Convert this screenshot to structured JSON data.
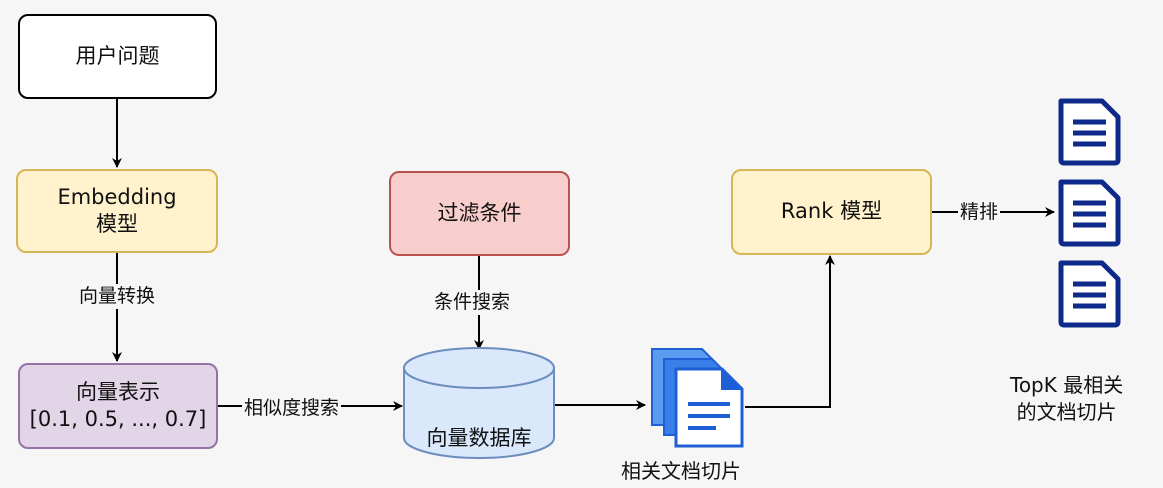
{
  "nodes": {
    "user_question": "用户问题",
    "embedding_line1": "Embedding",
    "embedding_line2": "模型",
    "vector_repr_line1": "向量表示",
    "vector_repr_line2": "[0.1, 0.5, ..., 0.7]",
    "filter_conditions": "过滤条件",
    "vector_db": "向量数据库",
    "rank_model": "Rank 模型"
  },
  "edges": {
    "vector_conversion": "向量转换",
    "similarity_search": "相似度搜索",
    "condition_search": "条件搜索",
    "fine_ranking": "精排"
  },
  "captions": {
    "relevant_chunks": "相关文档切片",
    "topk_line1": "TopK 最相关",
    "topk_line2": "的文档切片"
  },
  "colors": {
    "yellow_fill": "#fff2cc",
    "yellow_stroke": "#d6b656",
    "purple_fill": "#e1d5e7",
    "purple_stroke": "#9673a6",
    "red_fill": "#f8cecc",
    "red_stroke": "#b85450",
    "blue_fill": "#dae8fc",
    "blue_stroke": "#6c8ebf",
    "doc_blue": "#1f5fd6",
    "doc_navy": "#0d2a8a"
  },
  "icons": [
    "document-stack-icon",
    "document-icon"
  ]
}
